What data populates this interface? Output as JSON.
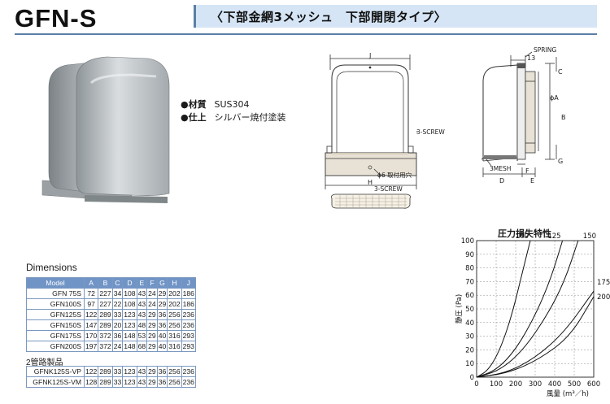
{
  "header": {
    "title": "GFN-S",
    "subtitle": "〈下部金網3メッシュ　下部開閉タイプ〉"
  },
  "specs": [
    {
      "label": "●材質",
      "value": "SUS304"
    },
    {
      "label": "●仕上",
      "value": "シルバー焼付塗装"
    }
  ],
  "drawing_front": {
    "j": "J",
    "h": "H",
    "screw_side": "3-SCREW",
    "hole": "ϕ6 取付用穴",
    "screw_bottom": "3-SCREW"
  },
  "drawing_side": {
    "dim_13": "13",
    "spring": "SPRING",
    "c": "C",
    "phi_a": "ϕA",
    "b": "B",
    "g": "G",
    "mesh": "3MESH",
    "f": "F",
    "d": "D",
    "e": "E"
  },
  "dimensions": {
    "title": "Dimensions",
    "columns": [
      "Model",
      "A",
      "B",
      "C",
      "D",
      "E",
      "F",
      "G",
      "H",
      "J"
    ],
    "rows": [
      [
        "GFN  75S",
        "72",
        "227",
        "34",
        "108",
        "43",
        "24",
        "29",
        "202",
        "186"
      ],
      [
        "GFN100S",
        "97",
        "227",
        "22",
        "108",
        "43",
        "24",
        "29",
        "202",
        "186"
      ],
      [
        "GFN125S",
        "122",
        "289",
        "33",
        "123",
        "43",
        "29",
        "36",
        "256",
        "236"
      ],
      [
        "GFN150S",
        "147",
        "289",
        "20",
        "123",
        "48",
        "29",
        "36",
        "256",
        "236"
      ],
      [
        "GFN175S",
        "170",
        "372",
        "36",
        "148",
        "53",
        "29",
        "40",
        "316",
        "293"
      ],
      [
        "GFN200S",
        "197",
        "372",
        "24",
        "148",
        "68",
        "29",
        "40",
        "316",
        "293"
      ]
    ],
    "sub_title": "2管路製品",
    "sub_rows": [
      [
        "GFNK125S-VP",
        "122",
        "289",
        "33",
        "123",
        "43",
        "29",
        "36",
        "256",
        "236"
      ],
      [
        "GFNK125S-VM",
        "128",
        "289",
        "33",
        "123",
        "43",
        "29",
        "36",
        "256",
        "236"
      ]
    ]
  },
  "chart_data": {
    "type": "line",
    "title": "圧力損失特性",
    "xlabel": "風量 (m³／h)",
    "ylabel": "静圧 (Pa)",
    "xlim": [
      0,
      600
    ],
    "ylim": [
      0,
      100
    ],
    "xticks": [
      0,
      100,
      200,
      300,
      400,
      500,
      600
    ],
    "yticks": [
      0,
      10,
      20,
      30,
      40,
      50,
      60,
      70,
      80,
      90,
      100
    ],
    "grid": true,
    "series": [
      {
        "name": "100",
        "x": [
          0,
          60,
          120,
          180,
          240,
          275
        ],
        "y": [
          0,
          5,
          20,
          45,
          80,
          100
        ]
      },
      {
        "name": "125",
        "x": [
          0,
          100,
          200,
          300,
          380,
          440
        ],
        "y": [
          0,
          5,
          20,
          45,
          72,
          100
        ]
      },
      {
        "name": "150",
        "x": [
          0,
          120,
          240,
          360,
          450,
          520
        ],
        "y": [
          0,
          5,
          20,
          45,
          70,
          100
        ]
      },
      {
        "name": "175",
        "x": [
          0,
          150,
          300,
          450,
          600
        ],
        "y": [
          0,
          3,
          14,
          33,
          63
        ]
      },
      {
        "name": "200",
        "x": [
          0,
          160,
          320,
          480,
          600
        ],
        "y": [
          0,
          3,
          13,
          30,
          59
        ]
      }
    ]
  }
}
